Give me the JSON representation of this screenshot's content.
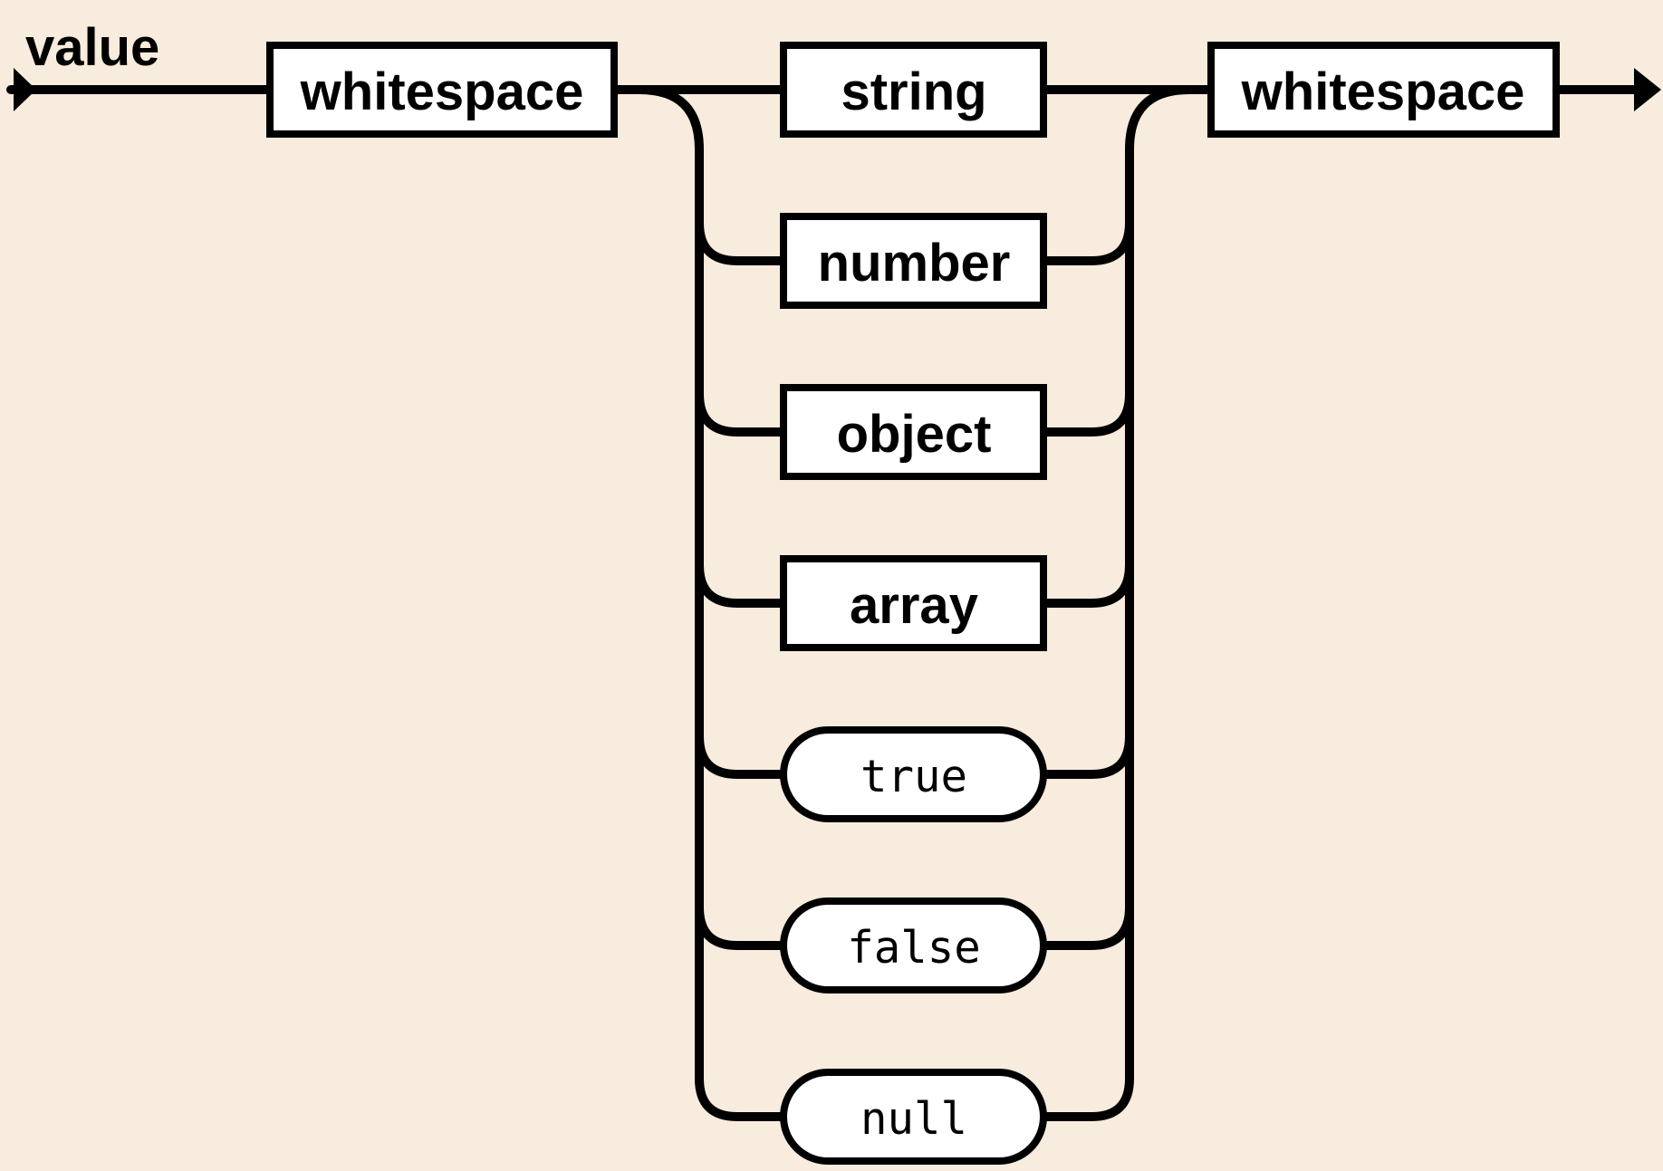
{
  "title": "value",
  "colors": {
    "background": "#f7ecdd",
    "line": "#000000",
    "node_fill": "#ffffff"
  },
  "rail": {
    "entry_node": {
      "label": "whitespace",
      "kind": "nonterminal"
    },
    "branches": [
      {
        "label": "string",
        "kind": "nonterminal"
      },
      {
        "label": "number",
        "kind": "nonterminal"
      },
      {
        "label": "object",
        "kind": "nonterminal"
      },
      {
        "label": "array",
        "kind": "nonterminal"
      },
      {
        "label": "true",
        "kind": "terminal"
      },
      {
        "label": "false",
        "kind": "terminal"
      },
      {
        "label": "null",
        "kind": "terminal"
      }
    ],
    "exit_node": {
      "label": "whitespace",
      "kind": "nonterminal"
    }
  }
}
